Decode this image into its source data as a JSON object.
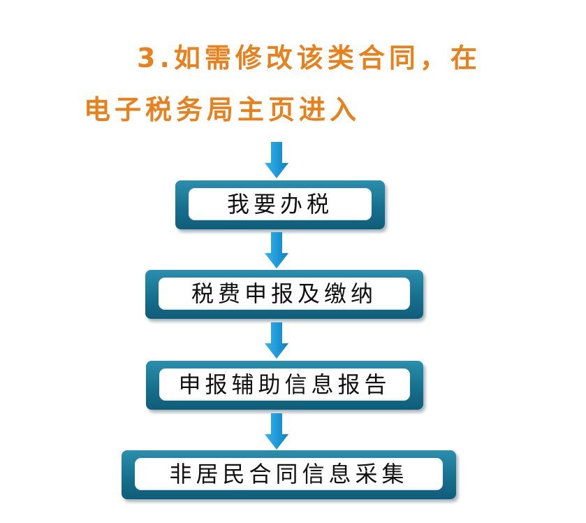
{
  "intro": {
    "line1": "3.如需修改该类合同，在",
    "line2": "电子税务局主页进入"
  },
  "steps": [
    {
      "label": "我要办税"
    },
    {
      "label": "税费申报及缴纳"
    },
    {
      "label": "申报辅助信息报告"
    },
    {
      "label": "非居民合同信息采集"
    }
  ],
  "colors": {
    "intro_text": "#e8801c",
    "box_fill": "#17708e",
    "arrow_fill": "#1f9bd8"
  },
  "icons": {
    "arrow": "arrow-down-icon"
  }
}
